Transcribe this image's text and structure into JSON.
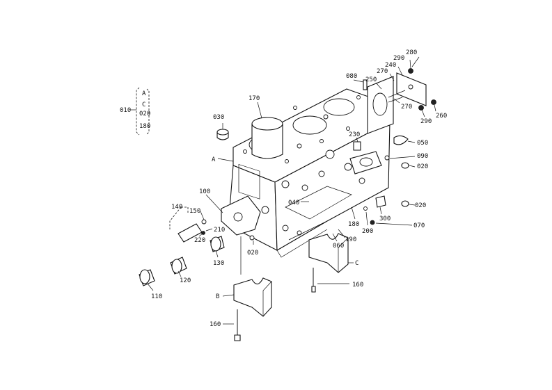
{
  "legend": {
    "a_label": "A",
    "c_label": "C",
    "group_label": "010",
    "num_020": "020",
    "num_180": "180"
  },
  "callouts": [
    "030",
    "170",
    "080",
    "250",
    "270",
    "240",
    "290",
    "280",
    "270",
    "260",
    "290",
    "230",
    "050",
    "090",
    "020",
    "040",
    "020",
    "180",
    "300",
    "070",
    "200",
    "190",
    "060",
    "C",
    "160",
    "A",
    "100",
    "140",
    "150",
    "210",
    "220",
    "130",
    "020",
    "120",
    "110",
    "B",
    "160"
  ]
}
